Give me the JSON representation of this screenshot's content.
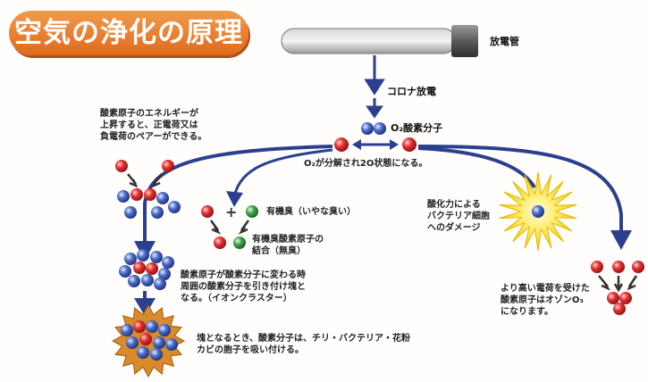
{
  "title": "空気の浄化の原理",
  "labels": {
    "discharge_tube": "放電管",
    "corona_discharge": "コロナ放電",
    "o2_molecule": "O₂酸素分子",
    "o2_split": "O₂が分解され2O状態になる。",
    "energy_rise": [
      "酸素原子のエネルギーが",
      "上昇すると、正電荷又は",
      "負電荷のペアーができる。"
    ],
    "organic_odor": "有機臭（いやな臭い）",
    "odor_bond": [
      "有機臭酸素原子の",
      "結合（無臭）"
    ],
    "oxidation": [
      "酸化力による",
      "バクテリア細胞",
      "へのダメージ"
    ],
    "ion_cluster": [
      "酸素原子が酸素分子に変わる時",
      "周囲の酸素分子を引き付け塊と",
      "なる。（イオンクラスター）"
    ],
    "capture": [
      "塊となるとき、酸素分子は、チリ・バクテリア・花粉",
      "カビの胞子を吸い付ける。"
    ],
    "ozone": [
      "より高い電荷を受けた",
      "酸素原子はオゾンO₃",
      "になります。"
    ],
    "plus_sign": "+"
  },
  "colors": {
    "title_bg": "#e8762a",
    "arrow_blue": "#2b3f8e",
    "red_atom": "#e02a2a",
    "blue_atom": "#3a5bb8",
    "green_atom": "#3fa34a",
    "starburst_yellow": "#f6dc22",
    "cluster_burst": "#d98a2a"
  }
}
